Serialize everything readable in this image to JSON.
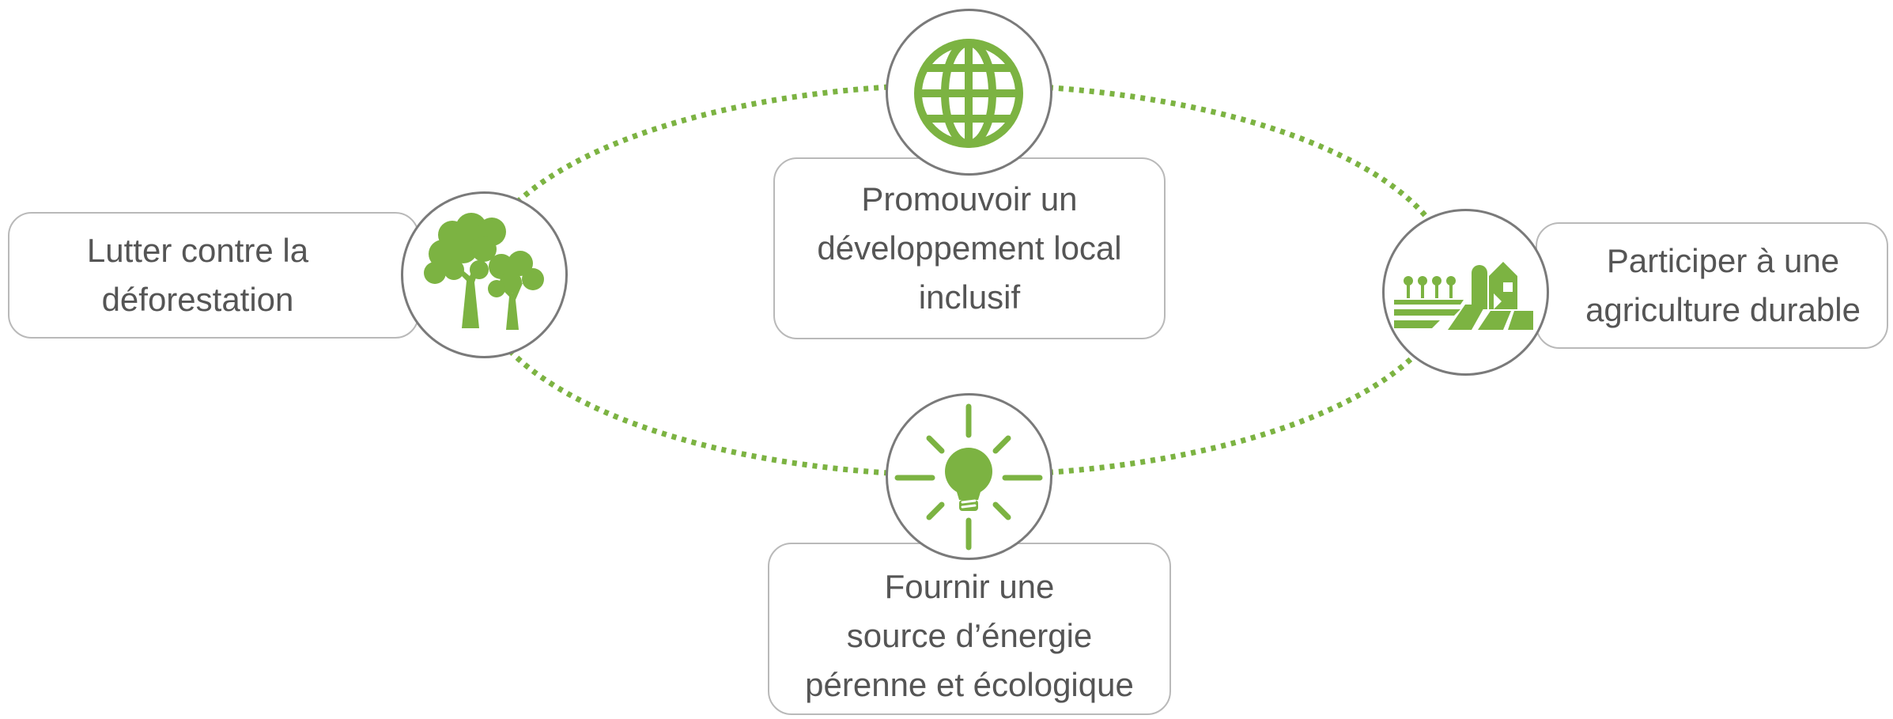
{
  "colors": {
    "accent": "#7cb342",
    "text": "#555555",
    "box_border": "#b9b9b9",
    "circle_border": "#7a7a7a"
  },
  "nodes": [
    {
      "id": "top",
      "label": "Promouvoir un\ndéveloppement local\ninclusif",
      "icon": "globe-icon"
    },
    {
      "id": "left",
      "label": "Lutter contre la\ndéforestation",
      "icon": "trees-icon"
    },
    {
      "id": "right",
      "label": "Participer à une\nagriculture durable",
      "icon": "farm-icon"
    },
    {
      "id": "bottom",
      "label": "Fournir une\nsource d’énergie\npérenne et écologique",
      "icon": "lightbulb-icon"
    }
  ]
}
